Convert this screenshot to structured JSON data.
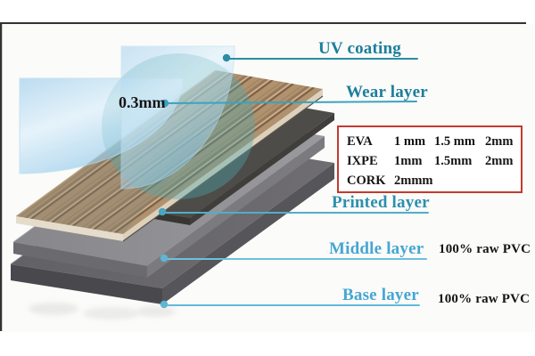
{
  "labels": {
    "uv": "UV coating",
    "wear": "Wear layer",
    "wear_thickness": "0.3mm",
    "printed": "Printed layer",
    "middle": "Middle layer",
    "base": "Base layer",
    "middle_note": "100% raw PVC",
    "base_note": "100% raw PVC"
  },
  "spec_box": {
    "rows": [
      {
        "name": "EVA",
        "values": [
          "1 mm",
          "1.5 mm",
          "2mm"
        ]
      },
      {
        "name": "IXPE",
        "values": [
          "1mm",
          "1.5mm",
          "2mm"
        ]
      },
      {
        "name": "CORK",
        "values": [
          "2mmm"
        ]
      }
    ]
  },
  "colors": {
    "label-teal": "#1b7f9b",
    "label-teal-mid": "#2d8fac",
    "label-blue": "#45a6d3",
    "text-black": "#141414",
    "box-red": "#c13b2f",
    "leader-line": "#56b0d0",
    "frame-dark": "#333333"
  }
}
